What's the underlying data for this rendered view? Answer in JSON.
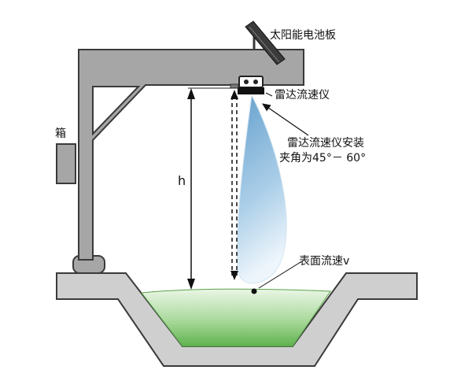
{
  "labels": {
    "solar_panel": "太阳能电池板",
    "radar_meter": "雷达流速仪",
    "install_angle_line1": "雷达流速仪安装",
    "install_angle_line2": "夹角为45°－ 60°",
    "surface_velocity": "表面流速v",
    "height": "h",
    "box": "箱"
  },
  "colors": {
    "structure_fill": "#a6a6a6",
    "structure_stroke": "#3a3a3a",
    "channel_fill": "#cfcfcf",
    "water_light": "#eaf6e5",
    "water_dark": "#5fb14e",
    "beam_light": "#f2f8fd",
    "beam_dark": "#6aa6cf"
  },
  "icons": {
    "sensor": "radar-sensor-icon",
    "panel": "solar-panel-icon"
  }
}
